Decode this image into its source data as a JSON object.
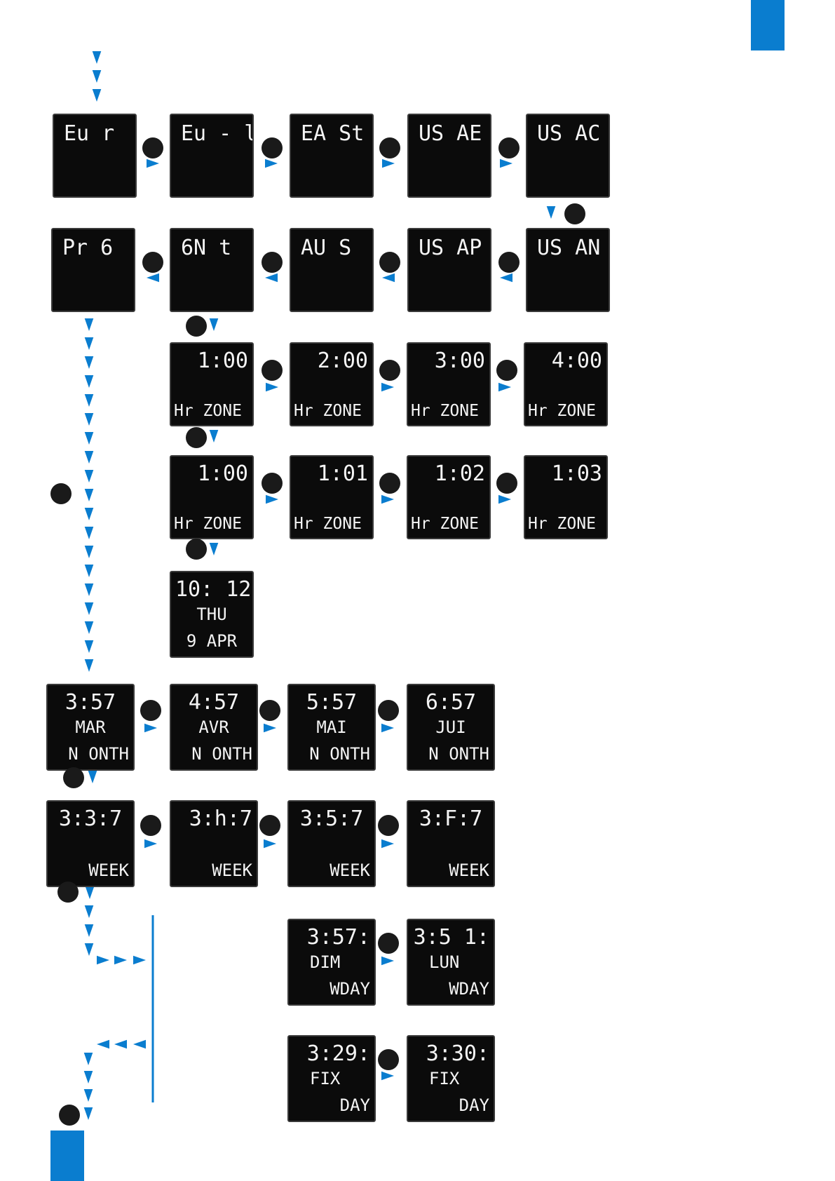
{
  "colors": {
    "accent": "#0a7dcf",
    "screen_bg": "#0b0b0b",
    "screen_text": "#f4f4f4",
    "button_dot": "#1a1a1a"
  },
  "row1": [
    "Eu r",
    "Eu - l",
    "EA St",
    "US AE",
    "US AC"
  ],
  "row2": [
    "Pr 6",
    "6N t",
    "AU S",
    "US AP",
    "US AN"
  ],
  "zone_hours": [
    {
      "time": "1:00",
      "label": "Hr ZONE"
    },
    {
      "time": "2:00",
      "label": "Hr ZONE"
    },
    {
      "time": "3:00",
      "label": "Hr ZONE"
    },
    {
      "time": "4:00",
      "label": "Hr ZONE"
    }
  ],
  "zone_minutes": [
    {
      "time": "1:00",
      "label": "Hr ZONE"
    },
    {
      "time": "1:01",
      "label": "Hr ZONE"
    },
    {
      "time": "1:02",
      "label": "Hr ZONE"
    },
    {
      "time": "1:03",
      "label": "Hr ZONE"
    }
  ],
  "clock": {
    "time": "10: 12",
    "day": "THU",
    "date": "9 APR"
  },
  "month_row": [
    {
      "time": "3:57",
      "month": "MAR",
      "label": "N ONTH"
    },
    {
      "time": "4:57",
      "month": "AVR",
      "label": "N ONTH"
    },
    {
      "time": "5:57",
      "month": "MAI",
      "label": "N ONTH"
    },
    {
      "time": "6:57",
      "month": "JUI",
      "label": "N ONTH"
    }
  ],
  "week_row": [
    {
      "time": "3:3:7",
      "label": "WEEK"
    },
    {
      "time": "3:h:7",
      "label": "WEEK"
    },
    {
      "time": "3:5:7",
      "label": "WEEK"
    },
    {
      "time": "3:F:7",
      "label": "WEEK"
    }
  ],
  "wday_row": [
    {
      "time": "3:57:",
      "day": "DIM",
      "label": "WDAY"
    },
    {
      "time": "3:5 1:",
      "day": "LUN",
      "label": "WDAY"
    }
  ],
  "fix_row": [
    {
      "time": "3:29:",
      "line2": "FIX",
      "label": "DAY"
    },
    {
      "time": "3:30:",
      "line2": "FIX",
      "label": "DAY"
    }
  ]
}
